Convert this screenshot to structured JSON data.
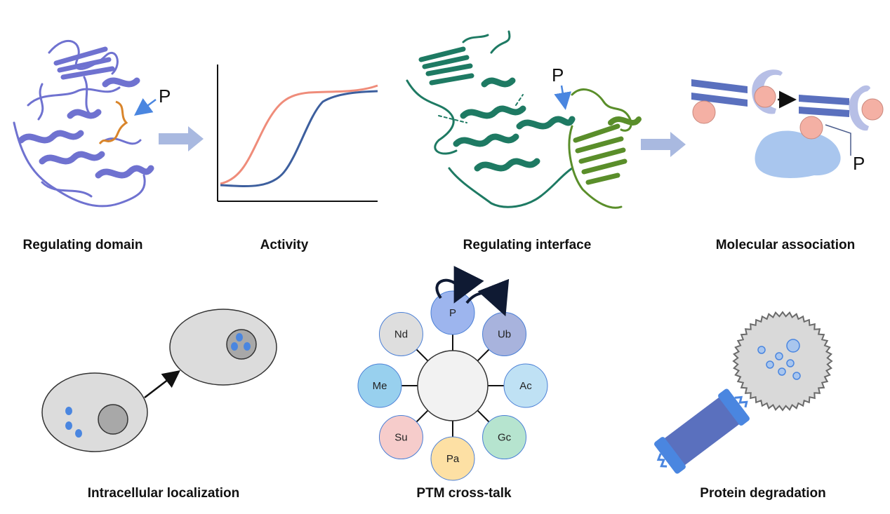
{
  "panels": {
    "regulating_domain": {
      "caption": "Regulating domain",
      "mark": "P"
    },
    "activity": {
      "caption": "Activity"
    },
    "regulating_interface": {
      "caption": "Regulating interface",
      "mark": "P"
    },
    "molecular_association": {
      "caption": "Molecular association",
      "mark": "P"
    },
    "intracellular_localization": {
      "caption": "Intracellular localization"
    },
    "ptm_crosstalk": {
      "caption": "PTM cross-talk",
      "nodes": [
        {
          "label": "P",
          "color": "#9db5ee"
        },
        {
          "label": "Ub",
          "color": "#a8b3dd"
        },
        {
          "label": "Ac",
          "color": "#bfe1f4"
        },
        {
          "label": "Gc",
          "color": "#b6e4cf"
        },
        {
          "label": "Pa",
          "color": "#fde0a4"
        },
        {
          "label": "Su",
          "color": "#f6cccb"
        },
        {
          "label": "Me",
          "color": "#98d0ee"
        },
        {
          "label": "Nd",
          "color": "#dedede"
        }
      ]
    },
    "protein_degradation": {
      "caption": "Protein degradation"
    }
  },
  "colors": {
    "kinase_blue": "#6f72d0",
    "kinase_green": "#1e7a63",
    "interface_green": "#5a8e2a",
    "loop_orange": "#d9852b",
    "curve_salmon": "#ef8c7a",
    "curve_blue": "#3d5f9e",
    "arrow_fill": "#a9b9e0",
    "bar_blue": "#5a70be",
    "pink": "#f4b0a4",
    "blob_blue": "#a9c6ee",
    "cell_gray": "#dcdcdc",
    "nucleus_gray": "#a8a8a8",
    "vesicle_blue": "#4a86e0"
  }
}
